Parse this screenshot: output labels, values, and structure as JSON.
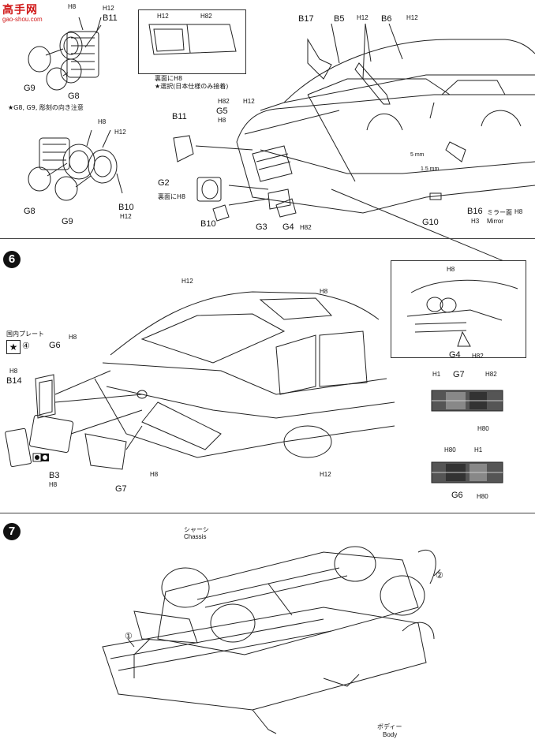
{
  "watermark": {
    "line1": "高手网",
    "line2": "gao-shou.com",
    "color": "#d01818"
  },
  "steps": [
    "6",
    "7"
  ],
  "section5": {
    "headlight_group_top": {
      "parts": [
        "H8",
        "H12",
        "B11",
        "G9",
        "G8"
      ]
    },
    "note_g8g9": "★G8, G9, 彫刻の向き注意",
    "headlight_group_bottom": {
      "parts": [
        "H8",
        "H12",
        "G8",
        "G9",
        "B10",
        "H12"
      ]
    },
    "window_inset": {
      "h12": "H12",
      "h82": "H82",
      "note1": "裏面にH8",
      "note2": "★選択(日本仕様のみ接着)"
    },
    "front_labels": {
      "b11": "B11",
      "h82": "H82",
      "g5": "G5",
      "h12": "H12",
      "h8": "H8",
      "g2": "G2",
      "urame": "裏面にH8",
      "b10": "B10",
      "g3": "G3",
      "g4": "G4",
      "g4h": "H82"
    },
    "body_labels": {
      "b17": "B17",
      "b5": "B5",
      "h12a": "H12",
      "b6": "B6",
      "h12b": "H12",
      "dim1": "5 mm",
      "dim2": "1.5 mm",
      "b16": "B16",
      "mirror_jp": "ミラー面",
      "mirror_h8": "H8",
      "h3": "H3",
      "mirror_en": "Mirror",
      "g10": "G10"
    }
  },
  "section6": {
    "plate_jp": "国内プレート",
    "plate_num": "④",
    "labels": {
      "g6": "G6",
      "h8top": "H8",
      "h12top": "H12",
      "h8right": "H8",
      "h8left": "H8",
      "b14": "B14",
      "b3": "B3",
      "h8b3": "H8",
      "g7": "G7",
      "h8bottom": "H8",
      "h12bottom": "H12"
    },
    "inset": {
      "h8": "H8",
      "g4": "G4",
      "h82": "H82"
    },
    "tail_top": {
      "h1": "H1",
      "g7": "G7",
      "h82": "H82",
      "h80": "H80"
    },
    "tail_bottom": {
      "h80": "H80",
      "h1": "H1",
      "g6": "G6",
      "h80b": "H80"
    }
  },
  "section7": {
    "chassis_jp": "シャーシ",
    "chassis_en": "Chassis",
    "body_jp": "ボディー",
    "body_en": "Body",
    "mark1": "①",
    "mark2": "②"
  }
}
